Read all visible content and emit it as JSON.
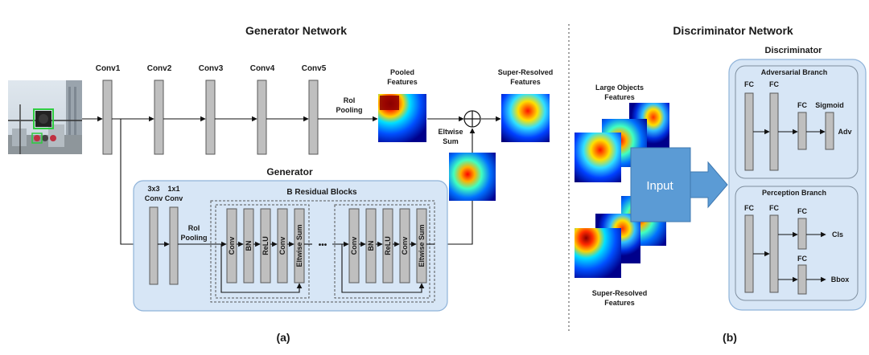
{
  "titles": {
    "generator_network": "Generator Network",
    "discriminator_network": "Discriminator Network",
    "label_a": "(a)",
    "label_b": "(b)"
  },
  "generator_network": {
    "conv_labels": [
      "Conv1",
      "Conv2",
      "Conv3",
      "Conv4",
      "Conv5"
    ],
    "roi_pooling": [
      "RoI",
      "Pooling"
    ],
    "pooled_features": [
      "Pooled",
      "Features"
    ],
    "super_resolved_features": [
      "Super-Resolved",
      "Features"
    ],
    "eltwise_sum": [
      "Eltwise",
      "Sum"
    ]
  },
  "generator": {
    "title": "Generator",
    "conv3x3": [
      "3x3",
      "Conv"
    ],
    "conv1x1": [
      "1x1",
      "Conv"
    ],
    "roi_pooling": [
      "RoI",
      "Pooling"
    ],
    "residual_title": "B Residual Blocks",
    "block_layers": [
      "Conv",
      "BN",
      "ReLU",
      "Conv",
      "Eltwise Sum"
    ],
    "ellipsis": "•••"
  },
  "discriminator_side": {
    "large_objects": [
      "Large Objects",
      "Features"
    ],
    "super_resolved": [
      "Super-Resolved",
      "Features"
    ],
    "input_label": "Input",
    "discriminator_title": "Discriminator",
    "adversarial_branch": {
      "title": "Adversarial Branch",
      "fc1": "FC",
      "fc2": "FC",
      "fc3": "FC",
      "sigmoid": "Sigmoid",
      "output": "Adv"
    },
    "perception_branch": {
      "title": "Perception Branch",
      "fc1": "FC",
      "fc2": "FC",
      "fc3": "FC",
      "fc4": "FC",
      "cls": "Cls",
      "bbox": "Bbox"
    }
  },
  "colors": {
    "panel_fill": "#d7e6f6",
    "panel_stroke": "#8fb3d9",
    "input_arrow": "#5b9bd5",
    "layer_fill": "#bfbfbf"
  }
}
